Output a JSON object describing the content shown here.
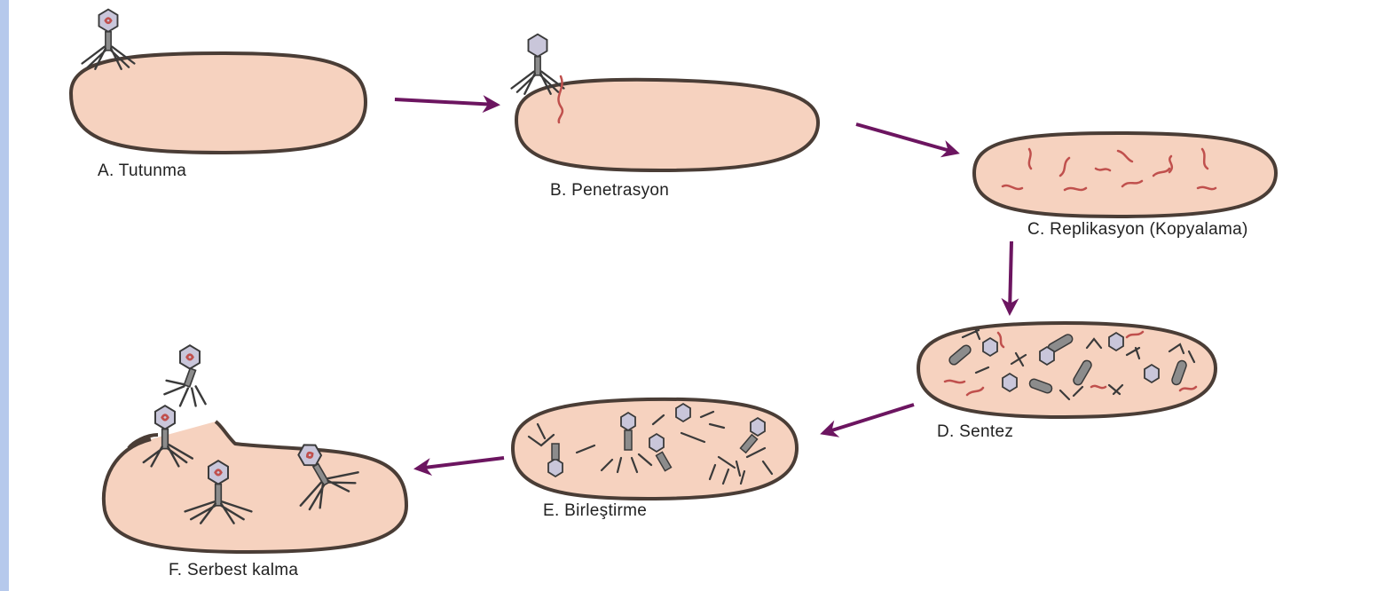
{
  "colors": {
    "side_strip": "#b6c9ec",
    "cell_fill": "#f6d2bf",
    "cell_stroke": "#4a3d36",
    "arrow": "#6c1560",
    "dna": "#c0504d",
    "phage_head_fill": "#c9c6da",
    "phage_stroke": "#3a3a3a",
    "phage_body": "#8c8c8c"
  },
  "stages": [
    {
      "label": "A. Tutunma"
    },
    {
      "label": "B. Penetrasyon"
    },
    {
      "label": "C. Replikasyon (Kopyalama)"
    },
    {
      "label": "D. Sentez"
    },
    {
      "label": "E. Birleştirme"
    },
    {
      "label": "F. Serbest kalma"
    }
  ],
  "icons": {
    "cell": "bacterium-cell-icon",
    "phage": "bacteriophage-icon",
    "dna": "viral-dna-icon",
    "arrow": "arrow-icon"
  }
}
